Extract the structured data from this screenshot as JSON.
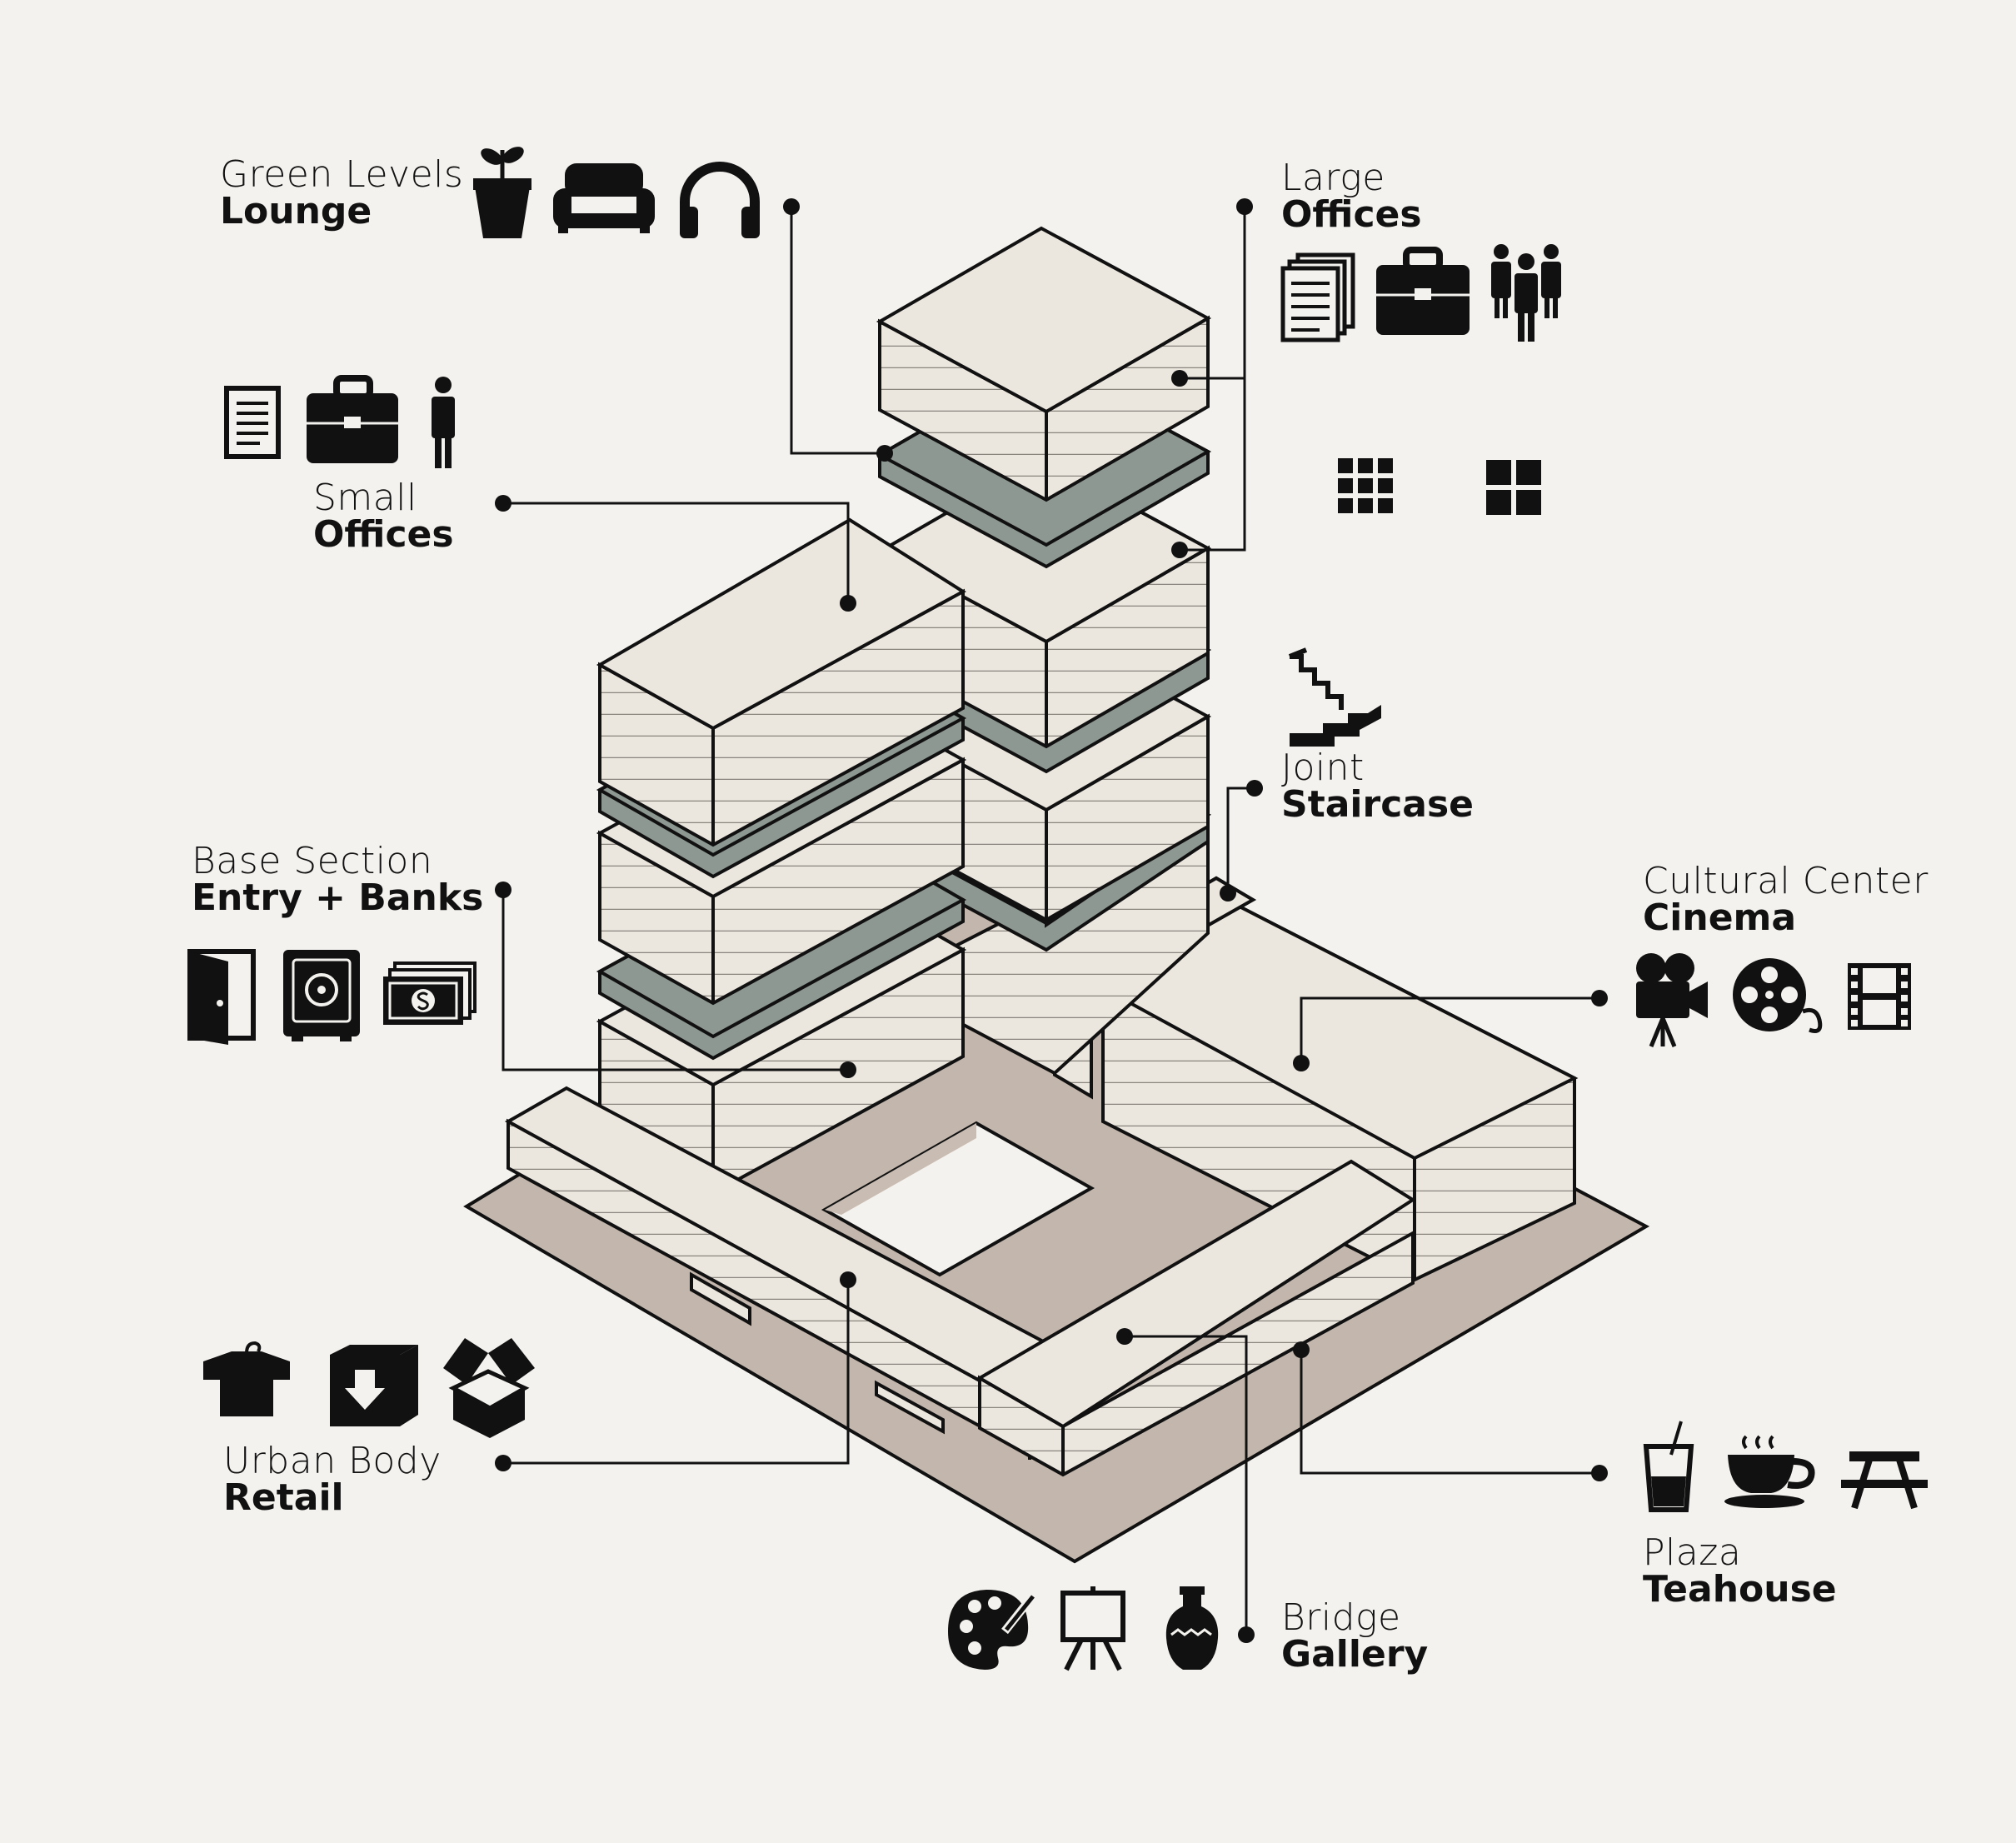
{
  "colors": {
    "background": "#f4f2ee",
    "volume_face": "#ebe6de",
    "green_level": "#8e9892",
    "ground": "#c2b6ad",
    "ink": "#111111"
  },
  "labels": {
    "lounge": {
      "line1": "Green Levels",
      "line2": "Lounge",
      "icons": [
        "plant-pot-icon",
        "sofa-icon",
        "headphones-icon"
      ]
    },
    "large_offices": {
      "line1": "Large",
      "line2": "Offices",
      "icons": [
        "documents-icon",
        "briefcase-icon",
        "group-of-people-icon",
        "grid-nine-icon",
        "grid-four-icon"
      ]
    },
    "small_offices": {
      "line1": "Small",
      "line2": "Offices",
      "icons": [
        "document-icon",
        "briefcase-icon",
        "person-icon"
      ]
    },
    "staircase": {
      "line1": "Joint",
      "line2": "Staircase",
      "icons": [
        "stairs-icon"
      ]
    },
    "entry_banks": {
      "line1": "Base Section",
      "line2": "Entry + Banks",
      "icons": [
        "door-icon",
        "safe-icon",
        "money-icon"
      ]
    },
    "cinema": {
      "line1": "Cultural Center",
      "line2": "Cinema",
      "icons": [
        "movie-camera-icon",
        "film-reel-icon",
        "film-strip-icon"
      ]
    },
    "retail": {
      "line1": "Urban Body",
      "line2": "Retail",
      "icons": [
        "shirt-icon",
        "box-icon",
        "open-box-icon"
      ]
    },
    "teahouse": {
      "line1": "Plaza",
      "line2": "Teahouse",
      "icons": [
        "drink-cup-icon",
        "coffee-cup-icon",
        "picnic-table-icon"
      ]
    },
    "gallery": {
      "line1": "Bridge",
      "line2": "Gallery",
      "icons": [
        "palette-icon",
        "easel-icon",
        "vase-icon"
      ]
    }
  }
}
